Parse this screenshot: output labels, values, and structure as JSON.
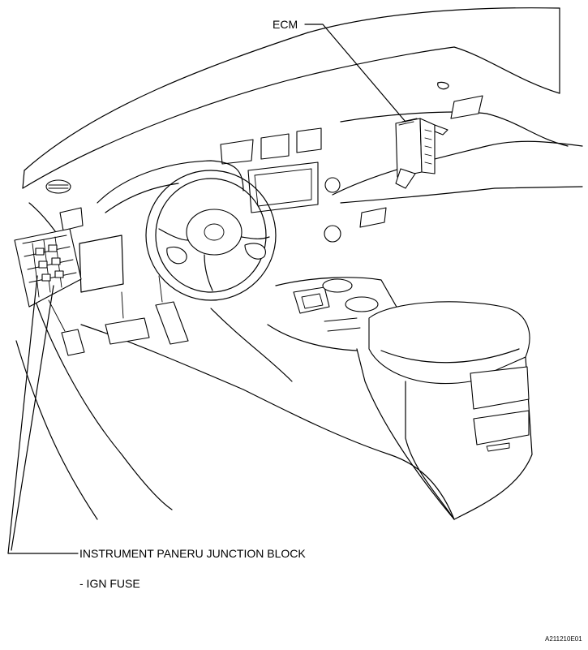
{
  "labels": {
    "ecm": "ECM",
    "junction_block": "INSTRUMENT PANERU JUNCTION BLOCK",
    "fuse": "- IGN FUSE",
    "figure_code": "A211210E01"
  },
  "colors": {
    "line": "#000000",
    "background": "#ffffff"
  }
}
